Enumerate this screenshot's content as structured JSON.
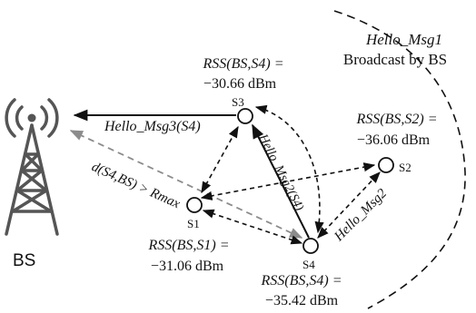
{
  "colors": {
    "line": "#111111",
    "dashed_gray": "#8c8c8c",
    "background": "#ffffff"
  },
  "bs": {
    "icon": "cell-tower-icon",
    "label": "BS"
  },
  "nodes": {
    "s1": "S1",
    "s2": "S2",
    "s3": "S3",
    "s4": "S4"
  },
  "broadcast": {
    "msg": "Hello_Msg1",
    "line2": "Broadcast by BS"
  },
  "rss": {
    "s4_top": {
      "expr": "RSS(BS,S4) =",
      "value": "−30.66 dBm"
    },
    "s2": {
      "expr": "RSS(BS,S2) =",
      "value": "−36.06 dBm"
    },
    "s1": {
      "expr": "RSS(BS,S1) =",
      "value": "−31.06 dBm"
    },
    "s4_bottom": {
      "expr": "RSS(BS,S4) =",
      "value": "−35.42 dBm"
    }
  },
  "messages": {
    "to_bs": "Hello_Msg3(S4)",
    "s4_to_s3": "Hello_Msg2(S4)",
    "s4_to_s2": "Hello_Msg2"
  },
  "distance_label": "d(S4,BS) > Rmax"
}
